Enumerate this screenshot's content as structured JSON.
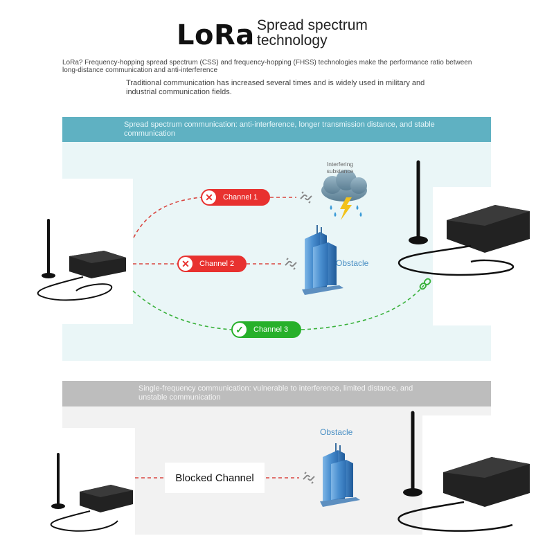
{
  "header": {
    "logo": "LoRa",
    "subtitle": "Spread spectrum technology",
    "intro_line1": "LoRa? Frequency-hopping spread spectrum (CSS) and frequency-hopping (FHSS) technologies make the performance ratio between long-distance communication and anti-interference",
    "intro_line2": "Traditional communication has increased several times and is widely used in military and industrial communication fields."
  },
  "spread_section": {
    "banner": "Spread spectrum communication: anti-interference, longer transmission distance, and stable communication",
    "interference_label": "Interfering substance",
    "obstacle_label": "Obstacle",
    "channels": [
      {
        "label": "Channel 1",
        "status": "blocked",
        "icon": "x-icon"
      },
      {
        "label": "Channel 2",
        "status": "blocked",
        "icon": "x-icon"
      },
      {
        "label": "Channel 3",
        "status": "ok",
        "icon": "check-icon"
      }
    ]
  },
  "single_section": {
    "banner": "Single-frequency communication: vulnerable to interference, limited distance, and unstable communication",
    "obstacle_label": "Obstacle",
    "blocked_label": "Blocked Channel"
  },
  "colors": {
    "teal_banner": "#5fb1c2",
    "gray_banner": "#bdbdbd",
    "red": "#e8312f",
    "green": "#27b02a",
    "obstacle_text": "#4a8fc4"
  },
  "icons": [
    "antenna-device",
    "cloud-lightning-icon",
    "broken-link-icon",
    "link-icon",
    "building-icon",
    "x-icon",
    "check-icon"
  ]
}
